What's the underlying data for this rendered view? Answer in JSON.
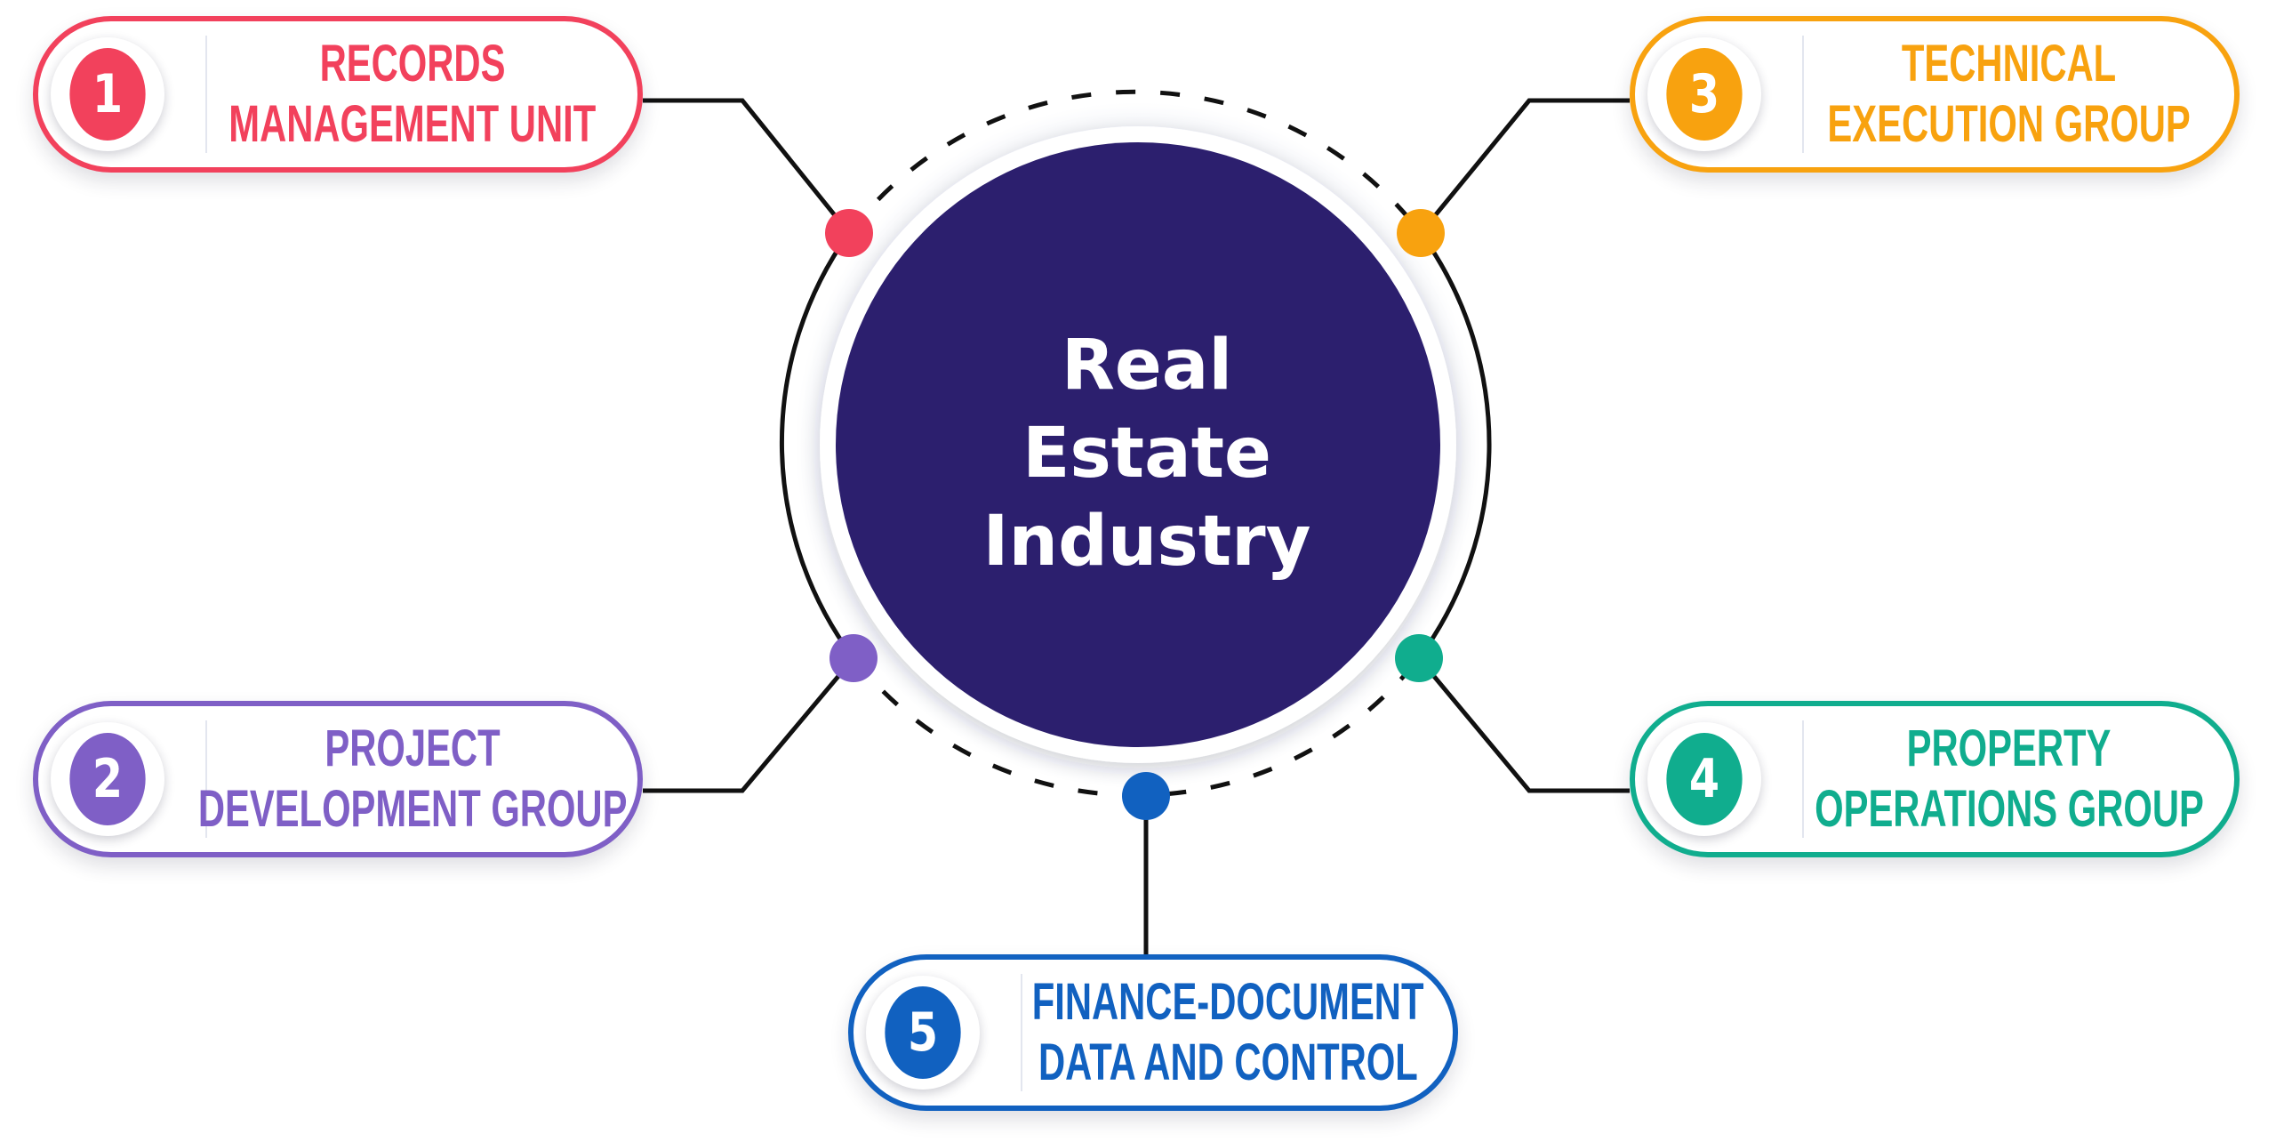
{
  "center": {
    "lines": [
      "Real",
      "Estate",
      "Industry"
    ]
  },
  "colors": {
    "center_fill": "#2c1f6e",
    "records": "#f2415c",
    "project": "#7f5fc6",
    "technical": "#f8a20f",
    "property": "#10ad8e",
    "finance": "#1161c0",
    "connector": "#111111"
  },
  "groups": [
    {
      "id": "records",
      "number": "1",
      "lines": [
        "RECORDS",
        "MANAGEMENT UNIT"
      ]
    },
    {
      "id": "project",
      "number": "2",
      "lines": [
        "PROJECT",
        "DEVELOPMENT GROUP"
      ]
    },
    {
      "id": "technical",
      "number": "3",
      "lines": [
        "TECHNICAL",
        "EXECUTION GROUP"
      ]
    },
    {
      "id": "property",
      "number": "4",
      "lines": [
        "PROPERTY",
        "OPERATIONS GROUP"
      ]
    },
    {
      "id": "finance",
      "number": "5",
      "lines": [
        "FINANCE-DOCUMENT",
        "DATA AND CONTROL"
      ]
    }
  ]
}
